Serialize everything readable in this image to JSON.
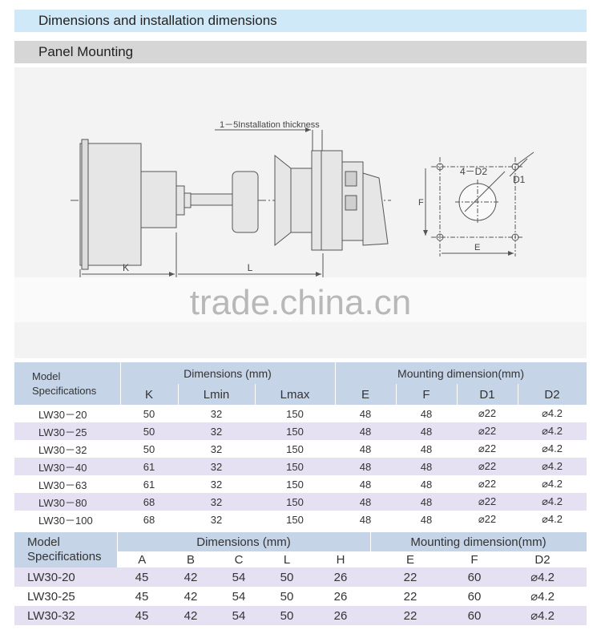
{
  "sections": {
    "title": "Dimensions and installation dimensions",
    "subtitle": "Panel Mounting"
  },
  "drawing": {
    "installation_label": "1－5Installation thickness",
    "label_k": "K",
    "label_l": "L",
    "label_f": "F",
    "label_e": "E",
    "label_d1": "D1",
    "label_d2": "4－D2",
    "watermark": "trade.china.cn"
  },
  "table1": {
    "model_header": "Model\nSpecifications",
    "group1": "Dimensions (mm)",
    "group2": "Mounting dimension(mm)",
    "columns": [
      "K",
      "Lmin",
      "Lmax",
      "E",
      "F",
      "D1",
      "D2"
    ],
    "rows": [
      {
        "model": "LW30－20",
        "values": [
          "50",
          "32",
          "150",
          "48",
          "48",
          "⌀22",
          "⌀4.2"
        ]
      },
      {
        "model": "LW30－25",
        "values": [
          "50",
          "32",
          "150",
          "48",
          "48",
          "⌀22",
          "⌀4.2"
        ]
      },
      {
        "model": "LW30－32",
        "values": [
          "50",
          "32",
          "150",
          "48",
          "48",
          "⌀22",
          "⌀4.2"
        ]
      },
      {
        "model": "LW30－40",
        "values": [
          "61",
          "32",
          "150",
          "48",
          "48",
          "⌀22",
          "⌀4.2"
        ]
      },
      {
        "model": "LW30－63",
        "values": [
          "61",
          "32",
          "150",
          "48",
          "48",
          "⌀22",
          "⌀4.2"
        ]
      },
      {
        "model": "LW30－80",
        "values": [
          "68",
          "32",
          "150",
          "48",
          "48",
          "⌀22",
          "⌀4.2"
        ]
      },
      {
        "model": "LW30－100",
        "values": [
          "68",
          "32",
          "150",
          "48",
          "48",
          "⌀22",
          "⌀4.2"
        ]
      }
    ]
  },
  "table2": {
    "model_header": "Model\nSpecifications",
    "group1": "Dimensions (mm)",
    "group2": "Mounting dimension(mm)",
    "columns": [
      "A",
      "B",
      "C",
      "L",
      "H",
      "E",
      "F",
      "D2"
    ],
    "rows": [
      {
        "model": "LW30-20",
        "values": [
          "45",
          "42",
          "54",
          "50",
          "26",
          "22",
          "60",
          "⌀4.2"
        ]
      },
      {
        "model": "LW30-25",
        "values": [
          "45",
          "42",
          "54",
          "50",
          "26",
          "22",
          "60",
          "⌀4.2"
        ]
      },
      {
        "model": "LW30-32",
        "values": [
          "45",
          "42",
          "54",
          "50",
          "26",
          "22",
          "60",
          "⌀4.2"
        ]
      }
    ]
  }
}
